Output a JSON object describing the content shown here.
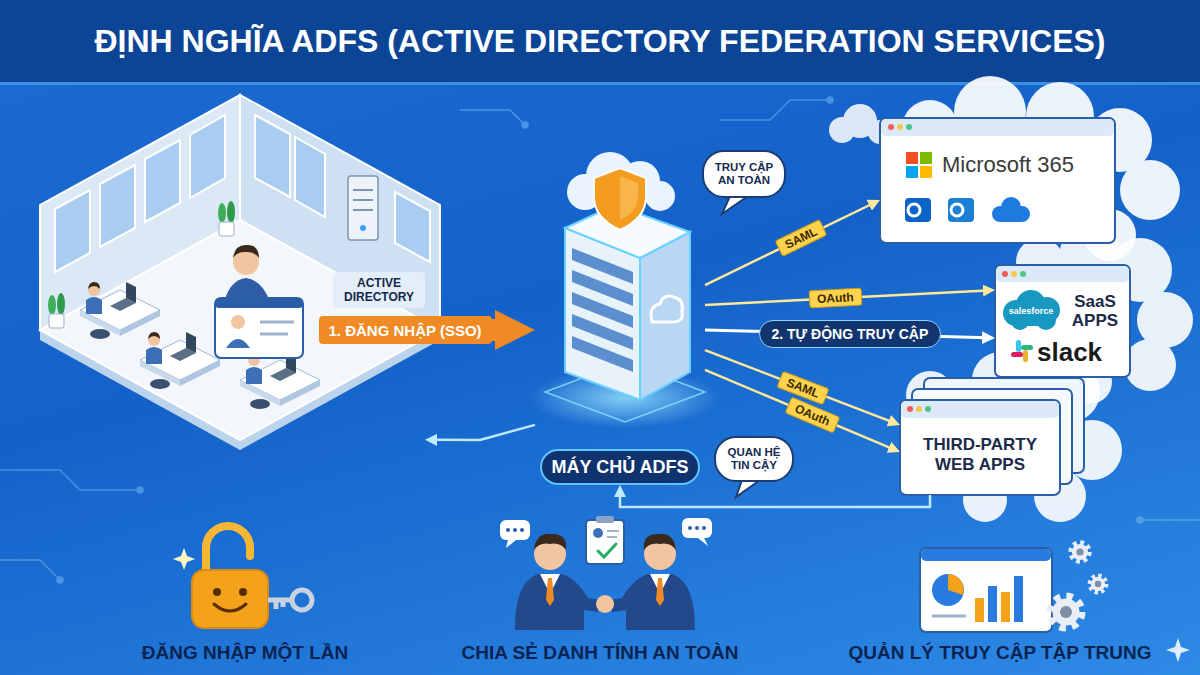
{
  "diagram": {
    "title": "ĐỊNH NGHĨA ADFS (ACTIVE DIRECTORY FEDERATION SERVICES)",
    "nodes": [
      {
        "text": [
          "ACTIVE DIRECTORY"
        ]
      },
      {
        "text": [
          "MÁY CHỦ ADFS"
        ]
      },
      {
        "text": [
          "Microsoft 365"
        ]
      },
      {
        "text": [
          "salesforce",
          "SaaS APPS",
          "slack"
        ]
      },
      {
        "text": [
          "THIRD-PARTY WEB APPS"
        ]
      }
    ],
    "edges": [
      {
        "from": 0,
        "to": 1,
        "arrow": "to",
        "label": "1. ĐĂNG NHẬP (SSO)"
      },
      {
        "from": 1,
        "to": 2,
        "arrow": "to",
        "label": "SAML"
      },
      {
        "from": 1,
        "to": 3,
        "arrow": "to",
        "label": "OAuth"
      },
      {
        "from": 1,
        "to": 3,
        "arrow": "to",
        "label": "2. TỰ ĐỘNG TRUY CẬP"
      },
      {
        "from": 1,
        "to": 4,
        "arrow": "to",
        "label": "SAML"
      },
      {
        "from": 1,
        "to": 4,
        "arrow": "to",
        "label": "OAuth"
      },
      {
        "from": 4,
        "to": 1,
        "arrow": "to"
      },
      {
        "from": 1,
        "to": 0,
        "arrow": "to"
      }
    ],
    "labels": [
      "TRUY CẬP AN TOÀN",
      "QUAN HỆ TIN CẬY",
      "ĐĂNG NHẬP MỘT LẦN",
      "CHIA SẺ DANH TÍNH AN TOÀN",
      "QUẢN LÝ TRUY CẬP TẬP TRUNG"
    ]
  }
}
